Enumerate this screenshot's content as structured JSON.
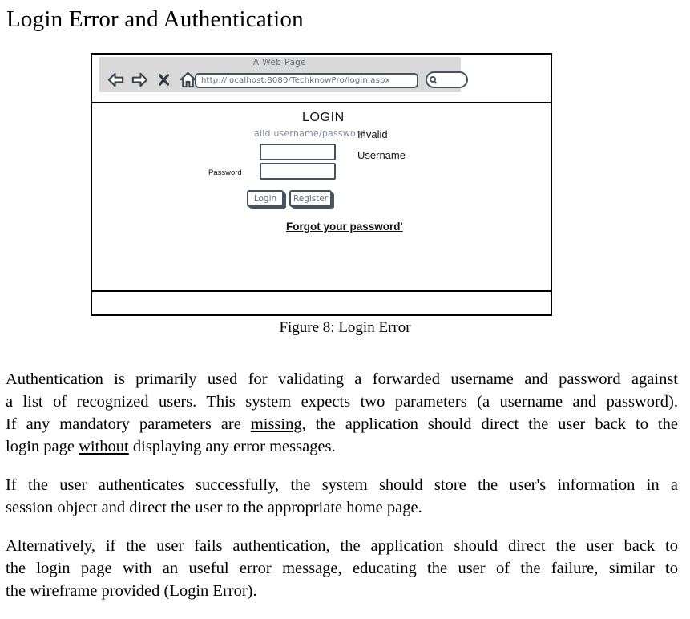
{
  "page": {
    "title": "Login Error and Authentication",
    "caption": "Figure 8: Login Error"
  },
  "wireframe": {
    "window_title": "A Web Page",
    "url": "http://localhost:8080/TechknowPro/login.aspx",
    "icons": {
      "back": "back-arrow",
      "forward": "forward-arrow",
      "close": "close-x",
      "home": "home-house",
      "search": "magnifier"
    },
    "login": {
      "heading": "LOGIN",
      "error_message": "alid username/password",
      "annotation_line1": "Invalid",
      "annotation_line2": "Username",
      "password_label": "Password",
      "login_button": "Login",
      "register_button": "Register",
      "forgot_link": "Forgot your password'"
    }
  },
  "body": {
    "para1": {
      "l1": "Authentication is primarily used for validating a forwarded username and password against",
      "l2": "a list of recognized users. This system expects two parameters (a username and password).",
      "l3_pre": "If any mandatory parameters are ",
      "l3_u": "missing",
      "l3_post": ", the application should direct the user back to the",
      "l4_pre": "login page ",
      "l4_u": "without",
      "l4_post": " displaying any error messages."
    },
    "para2": {
      "l1": "If the user authenticates successfully, the system should store the user's information in a",
      "l2": "session object and direct the user to the appropriate home page."
    },
    "para3": {
      "l1": "Alternatively, if the user fails authentication, the application should direct the user back to",
      "l2": "the login page with an useful error message, educating the user of the failure, similar to",
      "l3": "the wireframe provided (Login Error)."
    }
  },
  "colors": {
    "wireframe_stroke": "#46535c",
    "wireframe_text": "#5d6d79",
    "error_text": "#7e8e9a",
    "chrome_bar_bg": "#d9d9d9",
    "text": "#000000"
  }
}
